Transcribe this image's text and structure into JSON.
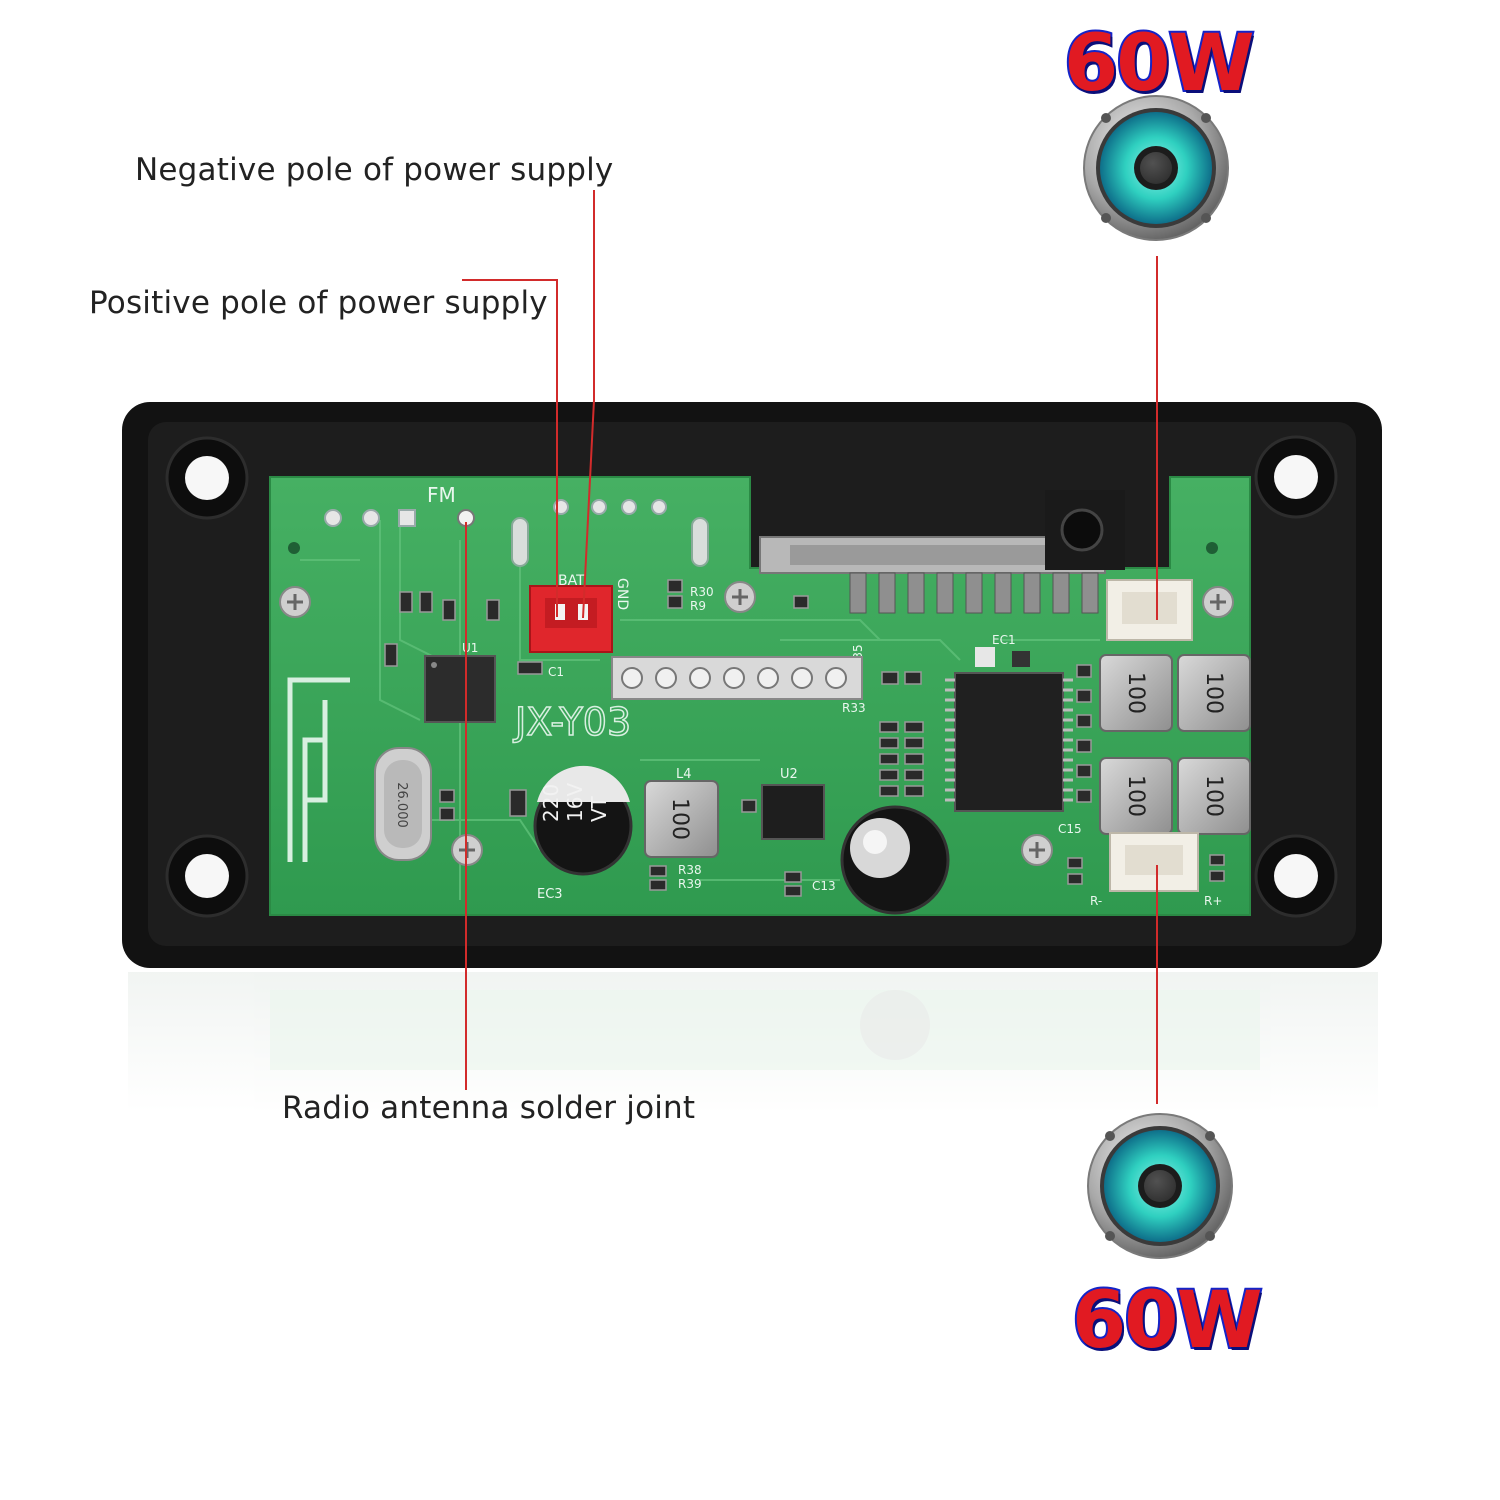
{
  "callouts": {
    "negative": "Negative pole of power supply",
    "positive": "Positive pole of power supply",
    "antenna": "Radio antenna solder joint"
  },
  "speakers": {
    "top_power": "60W",
    "bottom_power": "60W"
  },
  "board": {
    "model": "JX-Y03",
    "fm_label": "FM",
    "bat_label": "BAT",
    "gnd_label": "GND",
    "crystal": "26.000",
    "ec3_line1": "220",
    "ec3_line2": "16V",
    "ec3_line3": "VT",
    "ec3_label": "EC3",
    "inductor_value": "100",
    "l4_label": "L4",
    "u2_label": "U2",
    "r38_label": "R38",
    "r39_label": "R39",
    "c13_label": "C13",
    "r35_label": "R35",
    "r33_label": "R33",
    "r30_label": "R30",
    "r9_label": "R9",
    "c1_label": "C1",
    "u1_label": "U1",
    "ec1_label": "EC1",
    "c15_label": "C15",
    "r_plus": "R+",
    "r_minus": "R-"
  },
  "colors": {
    "callout_line": "#d22b2b",
    "board_green": "#3aa65a",
    "housing": "#111111",
    "watt_fill": "#e11a22",
    "watt_stroke": "#1424c8",
    "speaker_cone": "#39d6c4"
  },
  "icons": {
    "speaker": "speaker-icon",
    "bluetooth_antenna": "pcb-antenna-icon",
    "screw": "screw-icon"
  }
}
